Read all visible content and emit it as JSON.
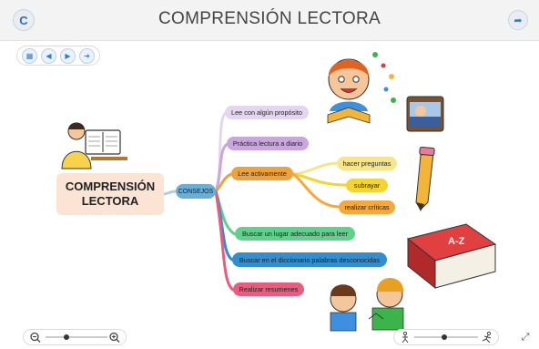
{
  "header": {
    "title": "COMPRENSIÓN LECTORA",
    "logo_icon": "c-logo-icon",
    "share_icon": "share-arrow-icon"
  },
  "central": {
    "line1": "COMPRENSIÓN",
    "line2": "LECTORA"
  },
  "hub": {
    "label": "CONSEJOS"
  },
  "branches": [
    {
      "label": "Lee con algún propósito",
      "color": "#e4d6ee"
    },
    {
      "label": "Práctica lectura a diario",
      "color": "#c9a6dd"
    },
    {
      "label": "Lee activamente",
      "color": "#f0a23a"
    },
    {
      "label": "Buscar un lugar adecuado para leer",
      "color": "#5ed28a"
    },
    {
      "label": "Buscar en el diccionario palabras desconocidas",
      "color": "#2f8fd0"
    },
    {
      "label": "Realizar resumenes",
      "color": "#e85c7f"
    }
  ],
  "sub_branches": [
    {
      "label": "hacer preguntas",
      "color": "#f6e58a"
    },
    {
      "label": "subrayar",
      "color": "#f4d430"
    },
    {
      "label": "realizar críticas",
      "color": "#f6a83a"
    }
  ]
}
